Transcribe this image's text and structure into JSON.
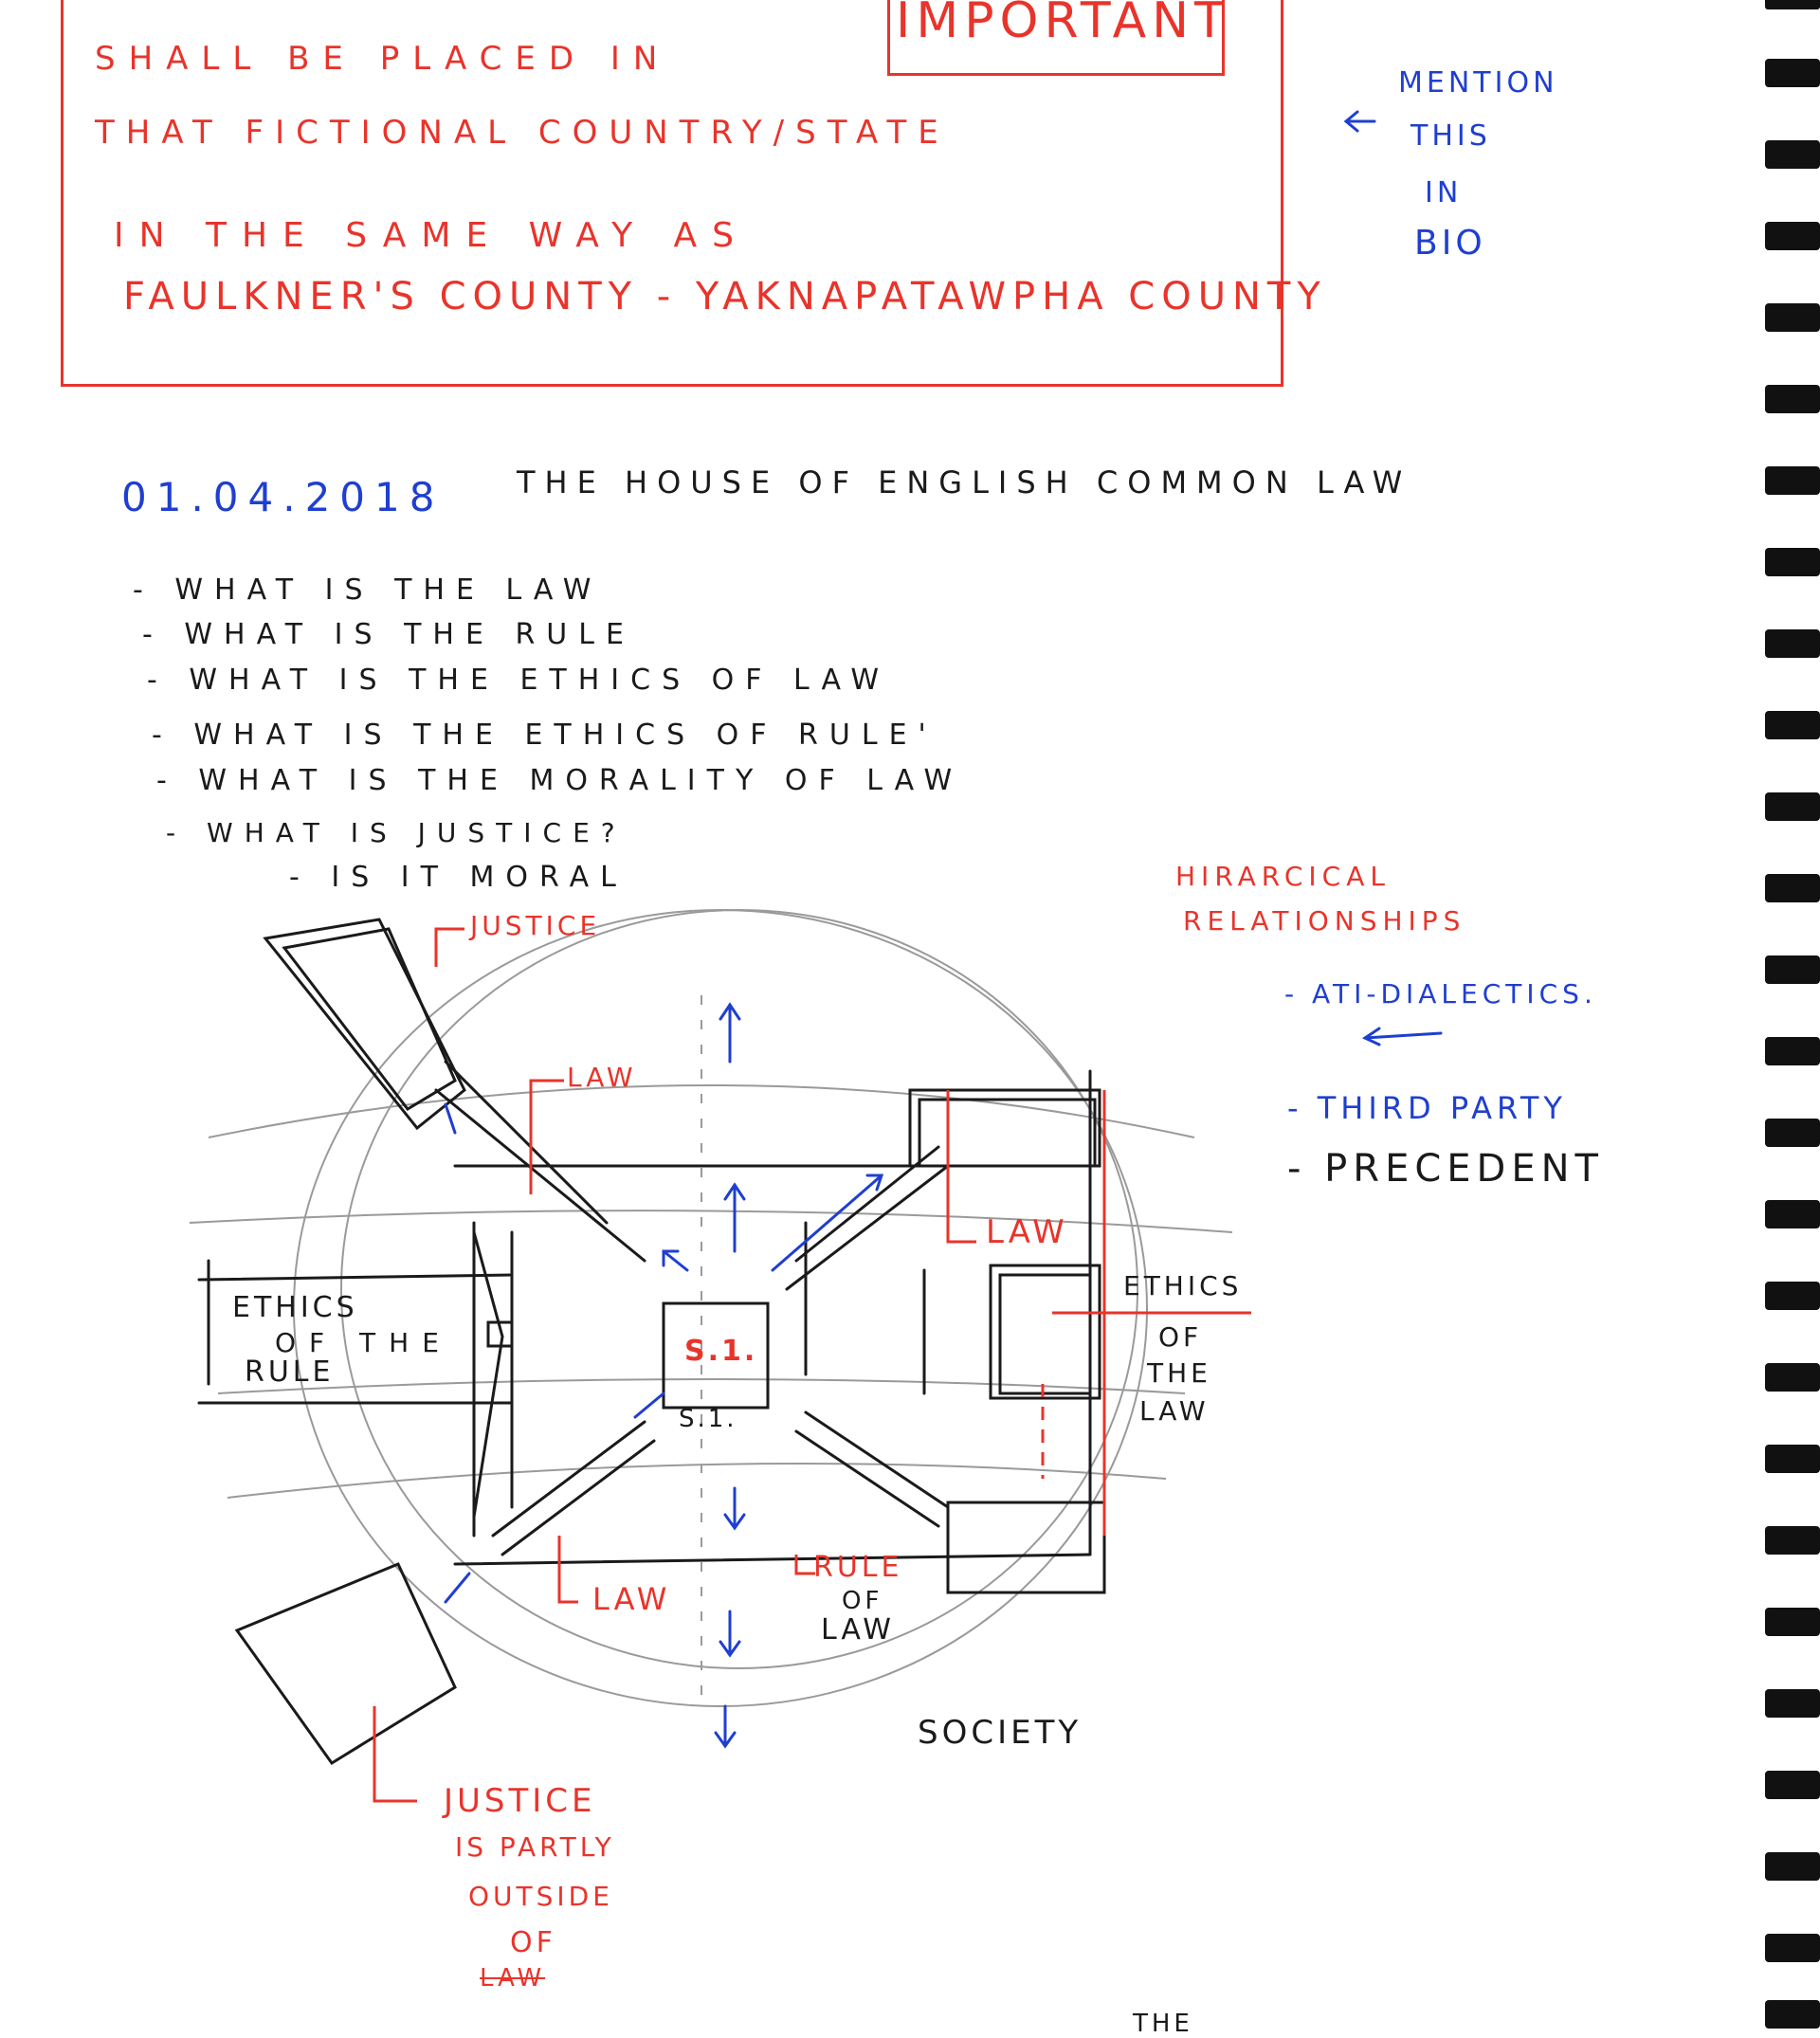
{
  "important_note": {
    "tab_label": "IMPORTANT",
    "lines": [
      "SHALL BE PLACED IN",
      "THAT FICTIONAL COUNTRY/STATE",
      "IN THE SAME WAY AS",
      "FAULKNER'S COUNTY - YAKNAPATAWPHA COUNTY"
    ]
  },
  "side_note": [
    "MENTION",
    "THIS",
    "IN",
    "BIO"
  ],
  "date": "01.04.2018",
  "page_title": "THE HOUSE OF ENGLISH COMMON LAW",
  "questions": [
    "- WHAT IS THE LAW",
    "- WHAT IS THE RULE",
    "- WHAT IS THE ETHICS OF LAW",
    "- WHAT IS THE ETHICS OF RULE'",
    "- WHAT IS THE MORALITY OF LAW",
    "- WHAT IS JUSTICE?",
    "- IS IT MORAL"
  ],
  "right_notes": {
    "hierarchy": [
      "HIRARCICAL",
      "RELATIONSHIPS"
    ],
    "items": [
      "- ATI-DIALECTICS.",
      "- THIRD PARTY",
      "- PRECEDENT"
    ]
  },
  "diagram_labels": {
    "justice_top": "JUSTICE",
    "law_top_left": "LAW",
    "law_right": "LAW",
    "law_bottom_left": "LAW",
    "ethics_of_rule": [
      "ETHICS",
      "OF THE",
      "RULE"
    ],
    "ethics_of_law": [
      "ETHICS",
      "OF",
      "THE",
      "LAW"
    ],
    "center": "S.1.",
    "center_small": "S.1.",
    "rule_of_law": [
      "RULE",
      "OF",
      "LAW"
    ],
    "society": "SOCIETY",
    "justice_outside": [
      "JUSTICE",
      "IS PARTLY",
      "OUTSIDE",
      "OF",
      "LAW"
    ]
  },
  "footer_fragment": "THE",
  "colors": {
    "red_ink": "#e8342b",
    "blue_ink": "#1f3fd0",
    "black_ink": "#1a1a1a",
    "pencil": "#9a9a9a"
  }
}
